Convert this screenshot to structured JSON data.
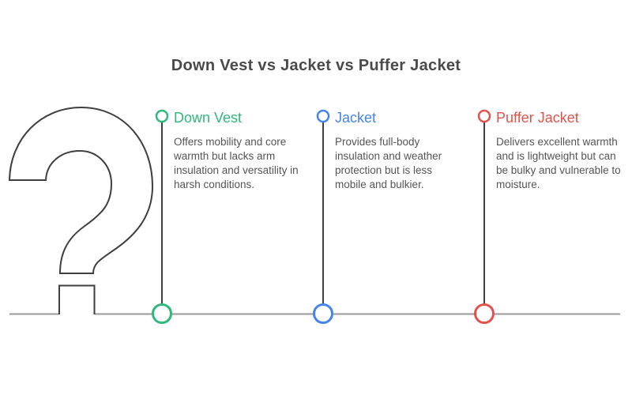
{
  "title": "Down Vest vs Jacket vs Puffer Jacket",
  "palette": {
    "outline_dark": "#3f3f3f",
    "line_gray": "#9a9a9a",
    "title_color": "#4a4a4a",
    "body_color": "#555555"
  },
  "question_mark": {
    "icon": "question-mark-icon"
  },
  "items": [
    {
      "label": "Down Vest",
      "color": "#2eb87a",
      "description": "Offers mobility and core warmth but lacks arm insulation and versatility in harsh conditions."
    },
    {
      "label": "Jacket",
      "color": "#4584ec",
      "description": "Provides full-body insulation and weather protection but is less mobile and bulkier."
    },
    {
      "label": "Puffer Jacket",
      "color": "#e2524a",
      "description": "Delivers excellent warmth and is lightweight but can be bulky and vulnerable to moisture."
    }
  ]
}
